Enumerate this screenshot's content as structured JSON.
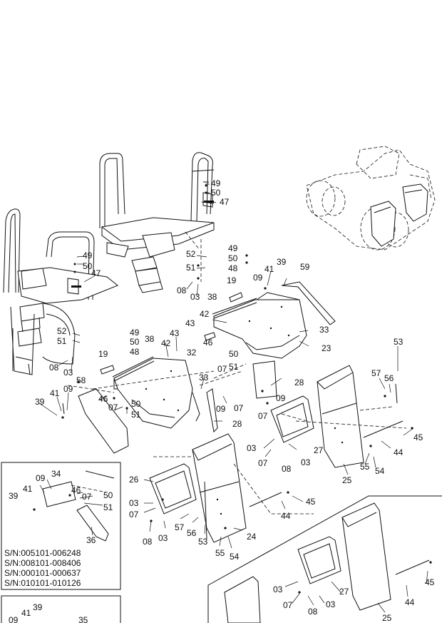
{
  "diagram": {
    "sn_ranges": [
      "S/N:005101-006248",
      "S/N:008101-008406",
      "S/N:000101-000637",
      "S/N:010101-010126"
    ],
    "callouts": [
      {
        "id": "c49a",
        "text": "49"
      },
      {
        "id": "c50a",
        "text": "50"
      },
      {
        "id": "c47a",
        "text": "47"
      },
      {
        "id": "c49b",
        "text": "49"
      },
      {
        "id": "c50b",
        "text": "50"
      },
      {
        "id": "c47b",
        "text": "47"
      },
      {
        "id": "c52a",
        "text": "52"
      },
      {
        "id": "c51a",
        "text": "51"
      },
      {
        "id": "c08a",
        "text": "08"
      },
      {
        "id": "c03a",
        "text": "03"
      },
      {
        "id": "c49c",
        "text": "49"
      },
      {
        "id": "c50c",
        "text": "50"
      },
      {
        "id": "c48c",
        "text": "48"
      },
      {
        "id": "c19a",
        "text": "19"
      },
      {
        "id": "c41a",
        "text": "41"
      },
      {
        "id": "c39a",
        "text": "39"
      },
      {
        "id": "c09a",
        "text": "09"
      },
      {
        "id": "c59",
        "text": "59"
      },
      {
        "id": "c38a",
        "text": "38"
      },
      {
        "id": "c42a",
        "text": "42"
      },
      {
        "id": "c43a",
        "text": "43"
      },
      {
        "id": "c33a",
        "text": "33"
      },
      {
        "id": "c23",
        "text": "23"
      },
      {
        "id": "c46a",
        "text": "46"
      },
      {
        "id": "c07a",
        "text": "07"
      },
      {
        "id": "c50d",
        "text": "50"
      },
      {
        "id": "c51d",
        "text": "51"
      },
      {
        "id": "c52b",
        "text": "52"
      },
      {
        "id": "c51b",
        "text": "51"
      },
      {
        "id": "c08b",
        "text": "08"
      },
      {
        "id": "c03b",
        "text": "03"
      },
      {
        "id": "c49e",
        "text": "49"
      },
      {
        "id": "c50e",
        "text": "50"
      },
      {
        "id": "c48e",
        "text": "48"
      },
      {
        "id": "c19b",
        "text": "19"
      },
      {
        "id": "c38b",
        "text": "38"
      },
      {
        "id": "c43b",
        "text": "43"
      },
      {
        "id": "c42b",
        "text": "42"
      },
      {
        "id": "c32",
        "text": "32"
      },
      {
        "id": "c58",
        "text": "58"
      },
      {
        "id": "c39b",
        "text": "39"
      },
      {
        "id": "c41b",
        "text": "41"
      },
      {
        "id": "c09b",
        "text": "09"
      },
      {
        "id": "c46b",
        "text": "46"
      },
      {
        "id": "c07b",
        "text": "07"
      },
      {
        "id": "c50f",
        "text": "50"
      },
      {
        "id": "c51f",
        "text": "51"
      },
      {
        "id": "c33b",
        "text": "33"
      },
      {
        "id": "c09c",
        "text": "09"
      },
      {
        "id": "c07c",
        "text": "07"
      },
      {
        "id": "c28a",
        "text": "28"
      },
      {
        "id": "c28b",
        "text": "28"
      },
      {
        "id": "c09d",
        "text": "09"
      },
      {
        "id": "c07d",
        "text": "07"
      },
      {
        "id": "c53a",
        "text": "53"
      },
      {
        "id": "c57a",
        "text": "57"
      },
      {
        "id": "c56a",
        "text": "56"
      },
      {
        "id": "c45a",
        "text": "45"
      },
      {
        "id": "c44a",
        "text": "44"
      },
      {
        "id": "c55a",
        "text": "55"
      },
      {
        "id": "c54a",
        "text": "54"
      },
      {
        "id": "c25a",
        "text": "25"
      },
      {
        "id": "c03c",
        "text": "03"
      },
      {
        "id": "c07e",
        "text": "07"
      },
      {
        "id": "c27a",
        "text": "27"
      },
      {
        "id": "c08c",
        "text": "08"
      },
      {
        "id": "c03d",
        "text": "03"
      },
      {
        "id": "c26",
        "text": "26"
      },
      {
        "id": "c03e",
        "text": "03"
      },
      {
        "id": "c07f",
        "text": "07"
      },
      {
        "id": "c08d",
        "text": "08"
      },
      {
        "id": "c03f",
        "text": "03"
      },
      {
        "id": "c57b",
        "text": "57"
      },
      {
        "id": "c56b",
        "text": "56"
      },
      {
        "id": "c53b",
        "text": "53"
      },
      {
        "id": "c55b",
        "text": "55"
      },
      {
        "id": "c54b",
        "text": "54"
      },
      {
        "id": "c24",
        "text": "24"
      },
      {
        "id": "c44b",
        "text": "44"
      },
      {
        "id": "c45b",
        "text": "45"
      },
      {
        "id": "i09",
        "text": "09"
      },
      {
        "id": "i34",
        "text": "34"
      },
      {
        "id": "i39",
        "text": "39"
      },
      {
        "id": "i41",
        "text": "41"
      },
      {
        "id": "i46",
        "text": "46"
      },
      {
        "id": "i07",
        "text": "07"
      },
      {
        "id": "i50",
        "text": "50"
      },
      {
        "id": "i51",
        "text": "51"
      },
      {
        "id": "i36",
        "text": "36"
      },
      {
        "id": "j39",
        "text": "39"
      },
      {
        "id": "j41",
        "text": "41"
      },
      {
        "id": "j09",
        "text": "09"
      },
      {
        "id": "j35",
        "text": "35"
      },
      {
        "id": "k03a",
        "text": "03"
      },
      {
        "id": "k27",
        "text": "27"
      },
      {
        "id": "k07",
        "text": "07"
      },
      {
        "id": "k08",
        "text": "08"
      },
      {
        "id": "k03b",
        "text": "03"
      },
      {
        "id": "k45",
        "text": "45"
      },
      {
        "id": "k44",
        "text": "44"
      },
      {
        "id": "k25",
        "text": "25"
      }
    ]
  }
}
